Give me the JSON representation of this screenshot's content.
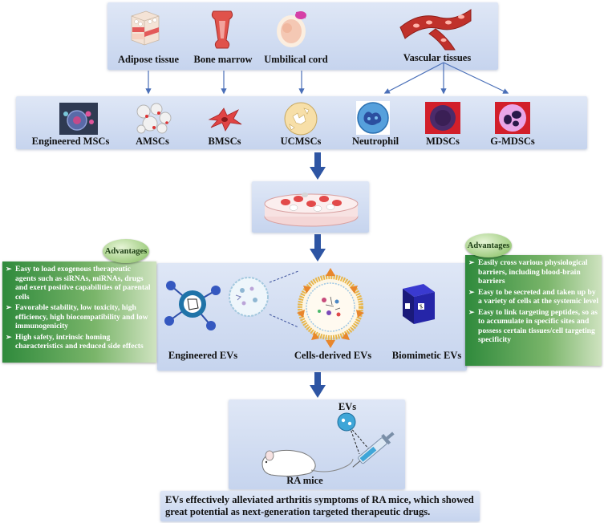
{
  "tissues": [
    {
      "id": "adipose",
      "label": "Adipose tissue"
    },
    {
      "id": "bone-marrow",
      "label": "Bone marrow"
    },
    {
      "id": "umbilical",
      "label": "Umbilical cord"
    },
    {
      "id": "vascular",
      "label": "Vascular tissues"
    }
  ],
  "cells": [
    {
      "id": "engineered-mscs",
      "label": "Engineered MSCs"
    },
    {
      "id": "amscs",
      "label": "AMSCs"
    },
    {
      "id": "bmscs",
      "label": "BMSCs"
    },
    {
      "id": "ucmscs",
      "label": "UCMSCs"
    },
    {
      "id": "neutrophil",
      "label": "Neutrophil"
    },
    {
      "id": "mdscs",
      "label": "MDSCs"
    },
    {
      "id": "g-mdscs",
      "label": "G-MDSCs"
    }
  ],
  "evs": {
    "engineered": "Engineered EVs",
    "cells_derived": "Cells-derived EVs",
    "biomimetic": "Biomimetic EVs"
  },
  "advantages_left": {
    "tag": "Advantages",
    "items": [
      "Easy to load exogenous therapeutic agents such as siRNAs, miRNAs, drugs and exert positive capabilities of parental cells",
      "Favorable stability, low toxicity, high efficiency, high biocompatibility and low immunogenicity",
      "High safety, intrinsic homing characteristics and reduced side effects"
    ]
  },
  "advantages_right": {
    "tag": "Advantages",
    "items": [
      "Easily cross various physiological barriers, including blood-brain barriers",
      "Easy to be secreted and taken up by a variety of cells at the systemic level",
      "Easy to link targeting peptides, so as to accumulate in specific sites and possess certain tissues/cell targeting specificity"
    ]
  },
  "mouse": {
    "evs_label": "EVs",
    "label": "RA mice"
  },
  "conclusion": "EVs effectively alleviated arthritis symptoms of RA mice, which showed great potential as next-generation targeted therapeutic drugs.",
  "colors": {
    "panel": "#cfdaf0",
    "arrow_blue": "#2e55a3",
    "green": "#3c8f45",
    "red_cell": "#d9443d",
    "mdsc_purple": "#4b2b6a"
  }
}
